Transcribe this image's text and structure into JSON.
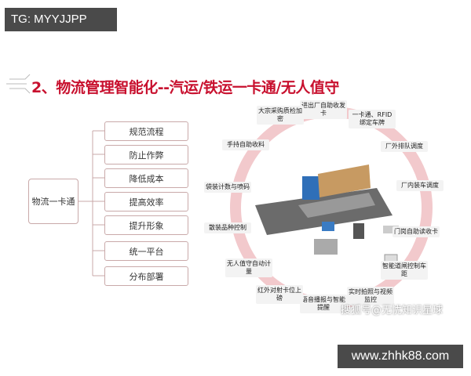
{
  "tag": "TG: MYYJJPP",
  "title": "2、物流管理智能化--汽运/铁运一卡通/无人值守",
  "root": "物流一卡通",
  "items": [
    "规范流程",
    "防止作弊",
    "降低成本",
    "提高效率",
    "提升形象",
    "统一平台",
    "分布部署"
  ],
  "ring_nodes": [
    "进出厂自助收发卡",
    "一卡通、RFID绑定车牌",
    "厂外排队调度",
    "厂内装车调度",
    "门岗自助读收卡",
    "智能道闸控制车距",
    "实时拍照与视频监控",
    "语音播报与智能提醒",
    "红外对射卡位上磅",
    "无人值守自动计量",
    "散装品种控制",
    "袋装计数与喷码",
    "手持自助收料",
    "大宗采购质检加密"
  ],
  "watermark": "搜狐号@无忧知识星球",
  "url": "www.zhhk88.com",
  "colors": {
    "accent": "#c8102e",
    "ring": "#f2c4c8"
  }
}
